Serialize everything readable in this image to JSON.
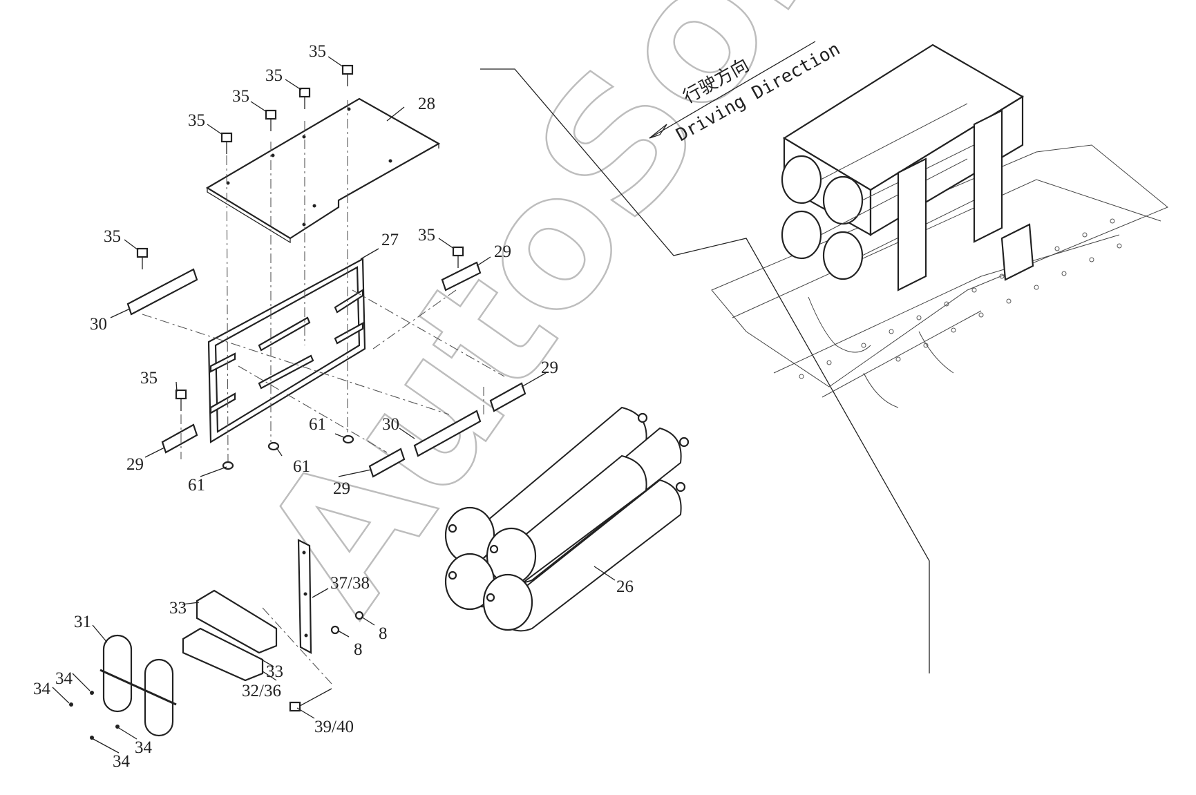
{
  "direction": {
    "text_cn": "行驶方向",
    "text_en": "Driving Direction"
  },
  "watermark": "AutoSoft",
  "labels": {
    "l35a": "35",
    "l35b": "35",
    "l35c": "35",
    "l35d": "35",
    "l35e": "35",
    "l35f": "35",
    "l35g": "35",
    "l28": "28",
    "l27": "27",
    "l29a": "29",
    "l29b": "29",
    "l29c": "29",
    "l29d": "29",
    "l30a": "30",
    "l30b": "30",
    "l61a": "61",
    "l61b": "61",
    "l61c": "61",
    "l26": "26",
    "l3738": "37/38",
    "l8a": "8",
    "l8b": "8",
    "l33a": "33",
    "l33b": "33",
    "l3236": "32/36",
    "l31": "31",
    "l34a": "34",
    "l34b": "34",
    "l34c": "34",
    "l34d": "34",
    "l3940": "39/40"
  }
}
